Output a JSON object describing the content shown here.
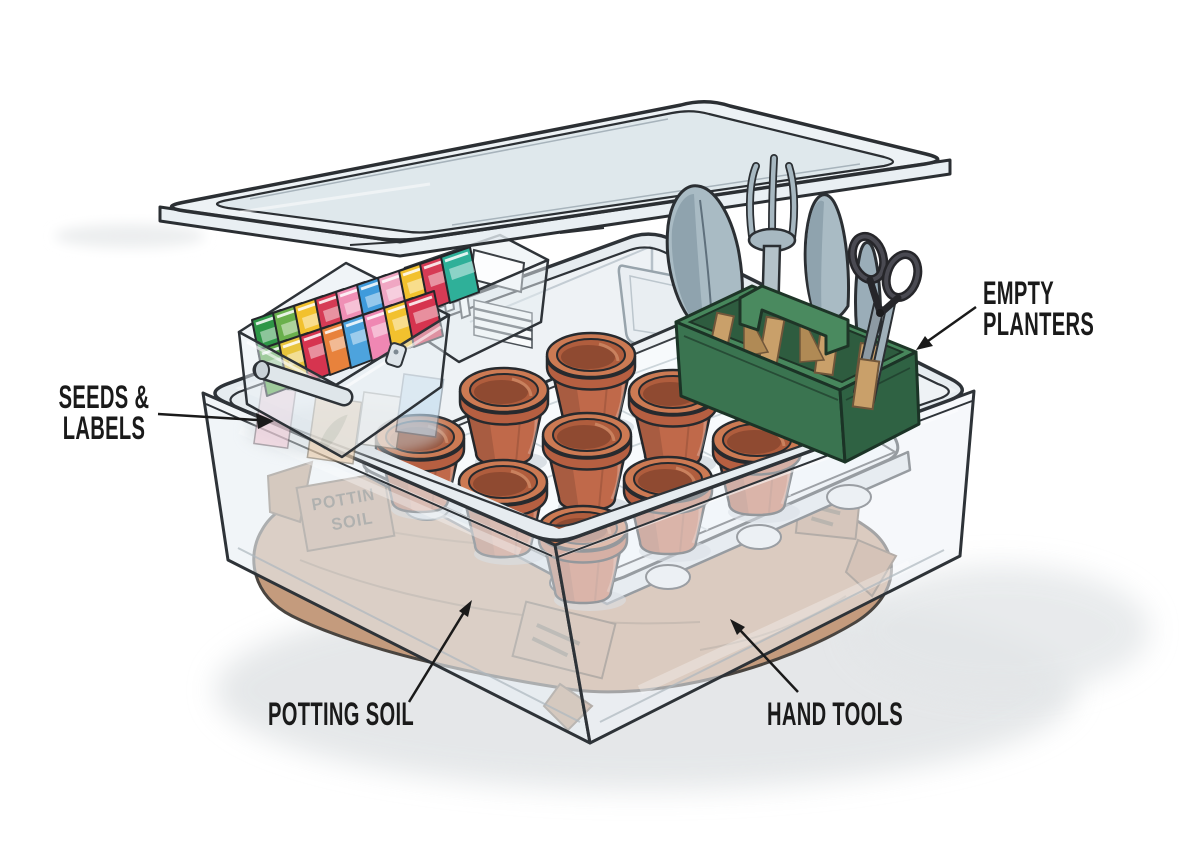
{
  "callouts": {
    "seeds_labels": {
      "line1": "SEEDS &",
      "line2": "LABELS"
    },
    "empty_planters": {
      "line1": "EMPTY",
      "line2": "PLANTERS"
    },
    "potting_soil": {
      "line1": "POTTING SOIL"
    },
    "hand_tools": {
      "line1": "HAND TOOLS"
    }
  },
  "soil_bag_label": {
    "line1": "POTTIN",
    "line2": "SOIL"
  },
  "pot_count": 9,
  "seed_packets": {
    "back_row": [
      "#2e9647",
      "#6ab04c",
      "#f2c12e",
      "#d63b55",
      "#ef8fb5",
      "#3f9bdc",
      "#f0a7c3",
      "#f2c12e",
      "#d63b55",
      "#2fb099"
    ],
    "front_row": [
      "#58a845",
      "#e8c43c",
      "#d6344f",
      "#e8823c",
      "#4da3dd",
      "#ef87b3",
      "#f2c12e",
      "#d6344f"
    ]
  },
  "colors": {
    "outline": "#2e3338",
    "ink": "#1a1a1a",
    "terracotta": "#c0694a",
    "terracotta_dark": "#8f4a31",
    "caddy_green": "#3c7750",
    "soil_tan": "#c49b7d",
    "wood_handle": "#c9a06a",
    "metal_blade": "#a9bbc4",
    "clear_plastic": "#e7edf1"
  }
}
